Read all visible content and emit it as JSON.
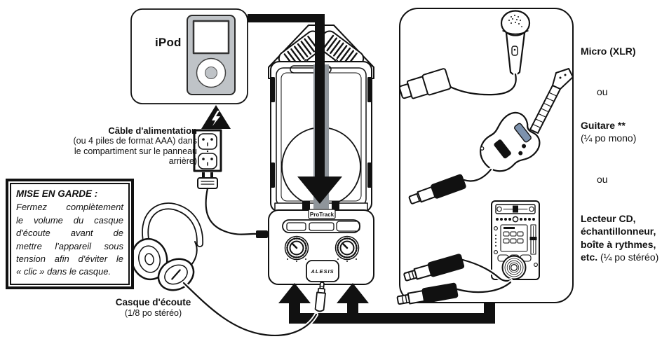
{
  "colors": {
    "ink": "#111111",
    "ipod_body_gray": "#bfc3c7",
    "slide_band_gray": "#8f959b",
    "guitar_pickup_blue": "#7d92ad"
  },
  "labels": {
    "ipod": "iPod",
    "power": {
      "title": "Câble d'alimentation",
      "line2": "(ou 4 piles de format AAA) dans",
      "line3": "le compartiment sur le panneau",
      "line4": "arrière)"
    },
    "caution": {
      "title": "MISE EN GARDE :",
      "body_lines": [
        "Fermez complètement",
        "le volume du casque",
        "d'écoute avant de",
        "mettre l'appareil sous",
        "tension afin d'éviter le",
        "« clic » dans le casque."
      ]
    },
    "headphones": {
      "title": "Casque d'écoute",
      "subtitle": "(1/8 po stéréo)"
    },
    "sources": {
      "mic": "Micro (XLR)",
      "or_1": "ou",
      "guitar_title": "Guitare **",
      "guitar_subtitle": "(¼ po mono)",
      "or_2": "ou",
      "cd_line1": "Lecteur CD,",
      "cd_line2": "échantillonneur,",
      "cd_line3": "boîte à rythmes,",
      "cd_line4_bold": "etc.",
      "cd_line4_rest": " (¼ po stéréo)"
    },
    "device": {
      "brand": "ProTrack",
      "logo": "ALESIS"
    }
  }
}
